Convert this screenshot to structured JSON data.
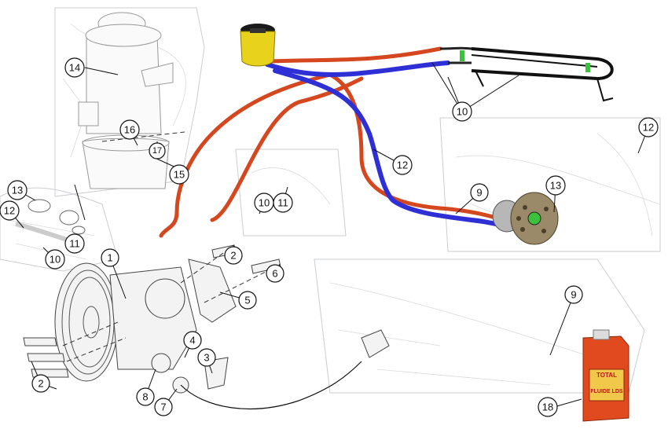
{
  "callouts": [
    {
      "id": "c1",
      "label": "1"
    },
    {
      "id": "c2a",
      "label": "2"
    },
    {
      "id": "c2b",
      "label": "2"
    },
    {
      "id": "c3",
      "label": "3"
    },
    {
      "id": "c4",
      "label": "4"
    },
    {
      "id": "c5",
      "label": "5"
    },
    {
      "id": "c6",
      "label": "6"
    },
    {
      "id": "c7",
      "label": "7"
    },
    {
      "id": "c8",
      "label": "8"
    },
    {
      "id": "c9a",
      "label": "9"
    },
    {
      "id": "c9b",
      "label": "9"
    },
    {
      "id": "c10a",
      "label": "10"
    },
    {
      "id": "c10b",
      "label": "10"
    },
    {
      "id": "c10c",
      "label": "10"
    },
    {
      "id": "c11a",
      "label": "11"
    },
    {
      "id": "c11b",
      "label": "11"
    },
    {
      "id": "c12a",
      "label": "12"
    },
    {
      "id": "c12b",
      "label": "12"
    },
    {
      "id": "c12c",
      "label": "12"
    },
    {
      "id": "c13a",
      "label": "13"
    },
    {
      "id": "c13b",
      "label": "13"
    },
    {
      "id": "c14",
      "label": "14"
    },
    {
      "id": "c15",
      "label": "15"
    },
    {
      "id": "c16",
      "label": "16"
    },
    {
      "id": "c17",
      "label": "17"
    },
    {
      "id": "c18",
      "label": "18"
    }
  ],
  "bottle": {
    "brand": "TOTAL",
    "product": "FLUIDE LDS"
  },
  "colors": {
    "pressure_hose": "#d4471f",
    "return_hose": "#2f2fd6",
    "reservoir": "#e8d21c",
    "pulley": "#9b8a6a",
    "bottle": "#e04a1e"
  }
}
